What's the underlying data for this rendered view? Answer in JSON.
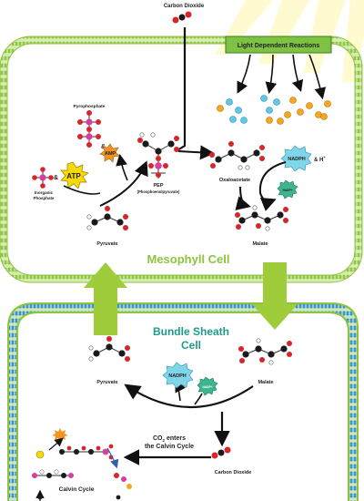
{
  "labels": {
    "carbon_dioxide_top": "Carbon Dioxide",
    "light_dependent_reactions": "Light Dependent Reactions",
    "pyrophosphate": "Pyrophosphate",
    "amp": "AMP",
    "atp": "ATP",
    "inorganic_phosphate_line1": "Inorganic",
    "inorganic_phosphate_line2": "Phosphate",
    "pep": "PEP",
    "pep_full": "(Phosphoenolpyruvate)",
    "oxaloacetate": "Oxaloacetate",
    "nadph_top": "NADPH",
    "h_plus": "& H",
    "h_plus_sup": "+",
    "nadp_top": "NADP+",
    "malate_top": "Malate",
    "pyruvate_top": "Pyruvate",
    "mesophyll_cell": "Mesophyll Cell",
    "bundle_sheath_line1": "Bundle Sheath",
    "bundle_sheath_line2": "Cell",
    "pyruvate_bottom": "Pyruvate",
    "malate_bottom": "Malate",
    "nadph_bottom": "NADPH",
    "nadp_bottom": "NADP+",
    "co2_enters_line1": "CO",
    "co2_enters_sub": "2",
    "co2_enters_rest": " enters",
    "co2_enters_line2": "the Calvin Cycle",
    "carbon_dioxide_bottom": "Carbon Dioxide",
    "calvin_cycle": "Calvin Cycle",
    "amp_ampersand": "&",
    "atp_ampersand": "&"
  },
  "colors": {
    "membrane_green": "#8cc43f",
    "membrane_blue": "#2e8fd6",
    "membrane_inner": "#d6ecb0",
    "cell_label_green": "#8cc43f",
    "cell_label_teal": "#1f9a8a",
    "light_box": "#7dc242",
    "atp_star": "#f5d90a",
    "amp_star": "#f39321",
    "nadph_star": "#7fd6e8",
    "nadp_star": "#3fb58f",
    "carbon": "#1a1a1a",
    "oxygen": "#d7262b",
    "phosphorus": "#d63f9e",
    "hydrogen": "#ffffff",
    "big_arrow": "#9fcc3b",
    "light_blue_dot": "#5ec8e6",
    "orange_dot": "#f5a623"
  },
  "icons": {
    "atp": "star-burst-icon",
    "amp": "star-burst-icon",
    "nadph": "star-burst-icon",
    "nadp": "star-burst-icon",
    "sun": "sun-rays-icon"
  }
}
